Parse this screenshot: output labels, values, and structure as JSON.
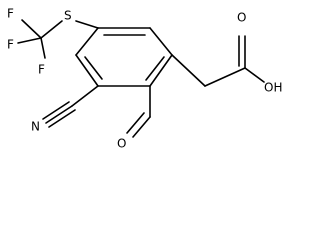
{
  "molecule": {
    "atoms": {
      "fluorine_top": "F",
      "fluorine_left": "F",
      "fluorine_bottom": "F",
      "sulfur": "S",
      "nitrile_nitrogen": "N",
      "aldehyde_oxygen": "O",
      "carbonyl_oxygen": "O",
      "hydroxyl": "OH"
    }
  }
}
